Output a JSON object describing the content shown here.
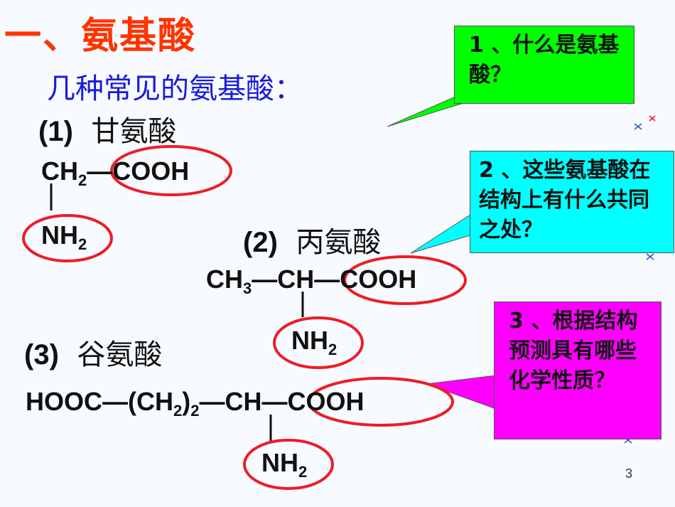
{
  "slide": {
    "title": "一、氨基酸",
    "subtitle": "几种常见的氨基酸：",
    "page_number": "3"
  },
  "amino_acids": [
    {
      "index": "(1)",
      "name": "甘氨酸"
    },
    {
      "index": "(2)",
      "name": "丙氨酸"
    },
    {
      "index": "(3)",
      "name": "谷氨酸"
    }
  ],
  "formulas": {
    "f1": {
      "ch2": "CH",
      "sub2": "2",
      "bond": "—",
      "cooh": "COOH",
      "nh": "NH",
      "nhsub": "2"
    },
    "f2": {
      "ch3": "CH",
      "sub3": "3",
      "bond1": "—",
      "ch": "CH",
      "bond2": "—",
      "cooh": "COOH",
      "nh": "NH",
      "nhsub": "2"
    },
    "f3": {
      "hooc": "HOOC",
      "bond1": "—",
      "paren_open": "(CH",
      "sub2": "2",
      "paren_close": ")",
      "n": "2",
      "bond2": "—",
      "ch": "CH",
      "bond3": "—",
      "cooh": "COOH",
      "nh": "NH",
      "nhsub": "2"
    }
  },
  "questions": [
    {
      "text": "1 、什么是氨基酸？",
      "color": "#00ff00"
    },
    {
      "text": "2 、这些氨基酸在结构上有什么共同之处？",
      "color": "#00ffff"
    },
    {
      "text": "3 、根据结构预测具有哪些化学性质？",
      "color": "#ff00ff"
    }
  ],
  "highlight_color": "#ee1c25"
}
